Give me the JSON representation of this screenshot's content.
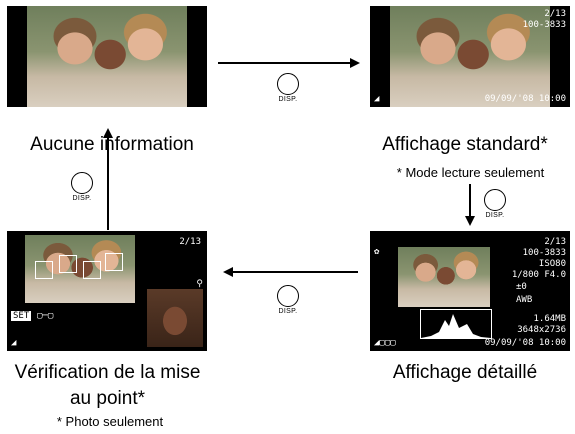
{
  "panels": {
    "no_info": {
      "caption": "Aucune information"
    },
    "standard": {
      "caption": "Affichage standard*",
      "note": "* Mode lecture seulement",
      "counter": "2/13",
      "file_no": "100-3833",
      "datetime": "09/09/'08 10:00"
    },
    "detailed": {
      "caption": "Affichage détaillé",
      "counter": "2/13",
      "file_no": "100-3833",
      "mode_line": "ISO80",
      "exposure": "1/800  F4.0",
      "comp": "±0",
      "wb": "AWB",
      "size": "1.64MB",
      "resolution": "3648x2736",
      "datetime": "09/09/'08 10:00"
    },
    "focus": {
      "caption_line1": "Vérification de la mise",
      "caption_line2": "au point*",
      "note": "* Photo seulement",
      "counter": "2/13",
      "set_label": "SET"
    }
  },
  "disp_buttons": {
    "top": "DISP.",
    "right": "DISP.",
    "bottom": "DISP.",
    "left": "DISP."
  }
}
